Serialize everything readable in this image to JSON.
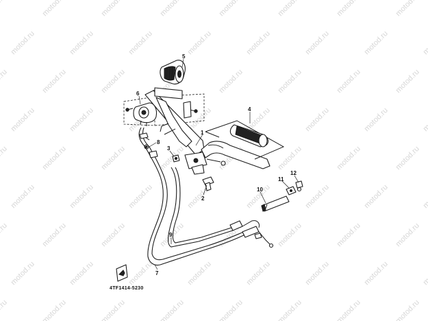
{
  "watermark": {
    "text": "motod.ru",
    "color": "#d7d7d7"
  },
  "callouts": {
    "c1": "1",
    "c2": "2",
    "c3": "3",
    "c4": "4",
    "c5": "5",
    "c6": "6",
    "c7": "7",
    "c8": "8",
    "c9": "9",
    "c10": "10",
    "c11": "11",
    "c12": "12"
  },
  "diagram_code": "4TF1414-5230",
  "colors": {
    "ink": "#1a1a1a",
    "background": "#ffffff"
  }
}
